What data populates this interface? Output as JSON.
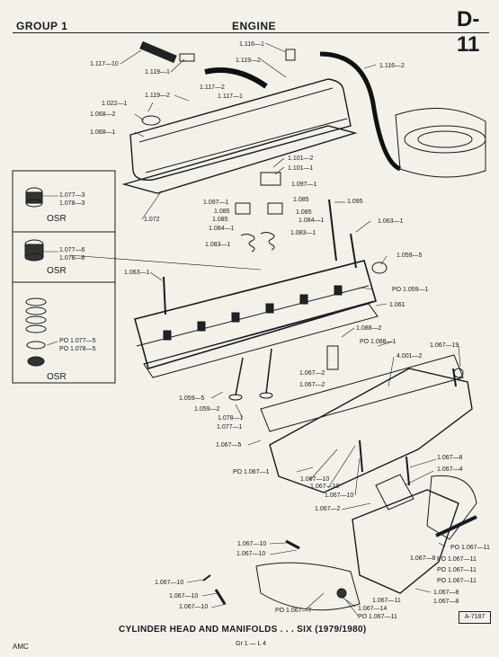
{
  "header": {
    "group": "GROUP 1",
    "title": "ENGINE",
    "page_code": "D-11"
  },
  "inset_labels": {
    "osr1": "OSR",
    "osr2": "OSR",
    "osr3": "OSR",
    "i1": "1.077—3",
    "i2": "1.078—3",
    "i3": "1.077—6",
    "i4": "1.078—6",
    "i5": "PO 1.077—5",
    "i6": "PO 1.078—5"
  },
  "labels": {
    "l01": "1.116—1",
    "l02": "1.119—2",
    "l03": "1.116—2",
    "l04": "1.117—10",
    "l05": "1.119—1",
    "l06": "1.117—2",
    "l07": "1.119—2",
    "l08": "1.117—1",
    "l09": "1.022—1",
    "l10": "1.068—2",
    "l11": "1.068—1",
    "l12": "1.101—2",
    "l13": "1.101—1",
    "l14": "1.097—1",
    "l15": "1.097—1",
    "l16": "1.085",
    "l17": "1.085",
    "l18": "1.085",
    "l19": "1.085",
    "l20": "1.084—1",
    "l21": "1.084—1",
    "l22": "1.083—1",
    "l23": "1.083—1",
    "l24": "1.095",
    "l25": "1.063—1",
    "l26": "1.072",
    "l27": "1.059—5",
    "l28": "1.063—1",
    "l29": "PO 1.059—1",
    "l30": "1.061",
    "l31": "1.088—2",
    "l32": "PO 1.088—1",
    "l33": "1.067—19",
    "l34": "4.001—2",
    "l35": "1.067—2",
    "l36": "1.067—2",
    "l37": "1.059—5",
    "l38": "1.059—2",
    "l39": "1.078—1",
    "l40": "1.077—1",
    "l41": "1.067—5",
    "l42": "PO 1.067—1",
    "l43": "1.067—10",
    "l44": "1.067—10",
    "l45": "1.067—10",
    "l46": "1.067—8",
    "l47": "1.067—4",
    "l48": "1.067—2",
    "l49": "1.067—10",
    "l50": "1.067—10",
    "l51": "PO 1.067—11",
    "l52": "PO 1.067—11",
    "l53": "PO 1.067—11",
    "l54": "PO 1.067—11",
    "l55": "1.067—10",
    "l56": "1.067—10",
    "l57": "1.067—8",
    "l58": "1.067—11",
    "l59": "1.067—8",
    "l60": "1.067—14",
    "l61": "1.067—10",
    "l62": "PO 1.067—7",
    "l63": "PO 1.067—11",
    "l64": "1.067—8"
  },
  "figure_ref": "A-7187",
  "caption": "CYLINDER HEAD AND MANIFOLDS . . . SIX (1979/1980)",
  "footer": {
    "left": "AMC",
    "center": "Gr 1 — L 4"
  }
}
